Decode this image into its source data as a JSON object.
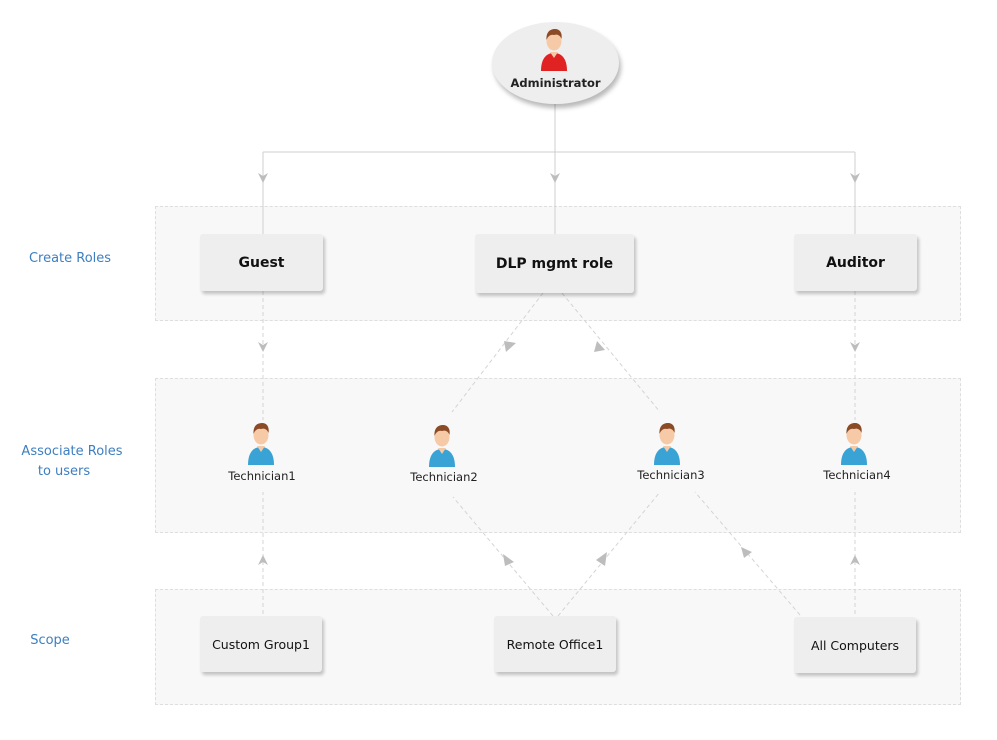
{
  "rows": {
    "create_roles": "Create Roles",
    "associate_line1": "Associate Roles",
    "associate_line2": "to users",
    "scope": "Scope"
  },
  "administrator": {
    "label": "Administrator",
    "icon": "user-red-icon"
  },
  "roles": [
    "Guest",
    "DLP mgmt role",
    "Auditor"
  ],
  "technicians": [
    "Technician1",
    "Technician2",
    "Technician3",
    "Technician4"
  ],
  "scopes": [
    "Custom Group1",
    "Remote Office1",
    "All Computers"
  ],
  "colors": {
    "row_label": "#3d7fbf",
    "admin_shirt": "#e02222",
    "tech_shirt": "#3aa3d6",
    "connector": "#cfcfcf"
  }
}
